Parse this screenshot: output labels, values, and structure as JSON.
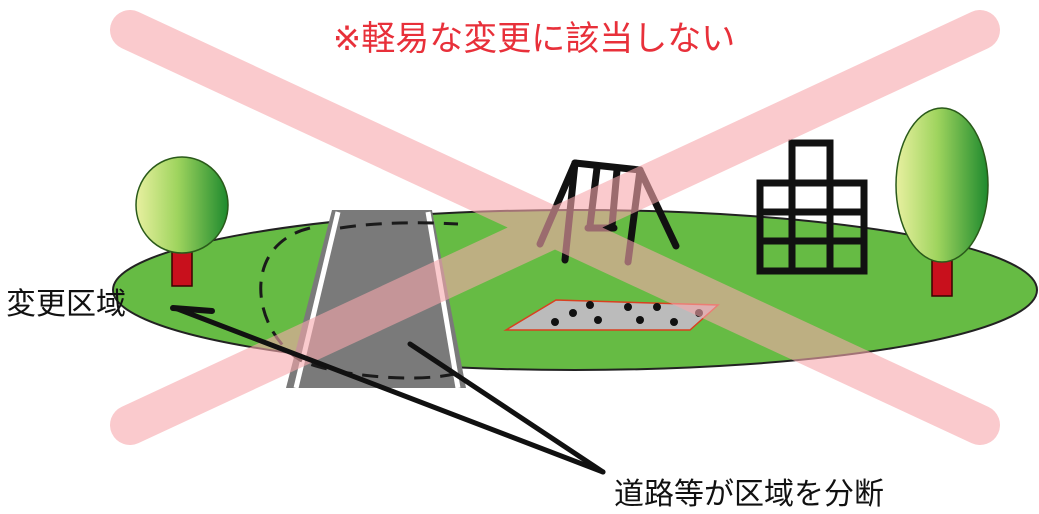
{
  "header": {
    "note": "※軽易な変更に該当しない"
  },
  "labels": {
    "change_area": "変更区域",
    "road_division": "道路等が区域を分断"
  },
  "colors": {
    "note_text": "#e8303a",
    "cross": "#f7a8ac",
    "grass": "#66bb44",
    "road": "#7a7a7a",
    "tree_trunk": "#c8101c",
    "sandbox": "#bbbbbb"
  },
  "icons": {
    "cross": "cross-mark-icon",
    "tree": "tree-icon",
    "swing": "swing-icon",
    "climbing_frame": "climbing-frame-icon",
    "sandbox": "sandbox-icon"
  }
}
